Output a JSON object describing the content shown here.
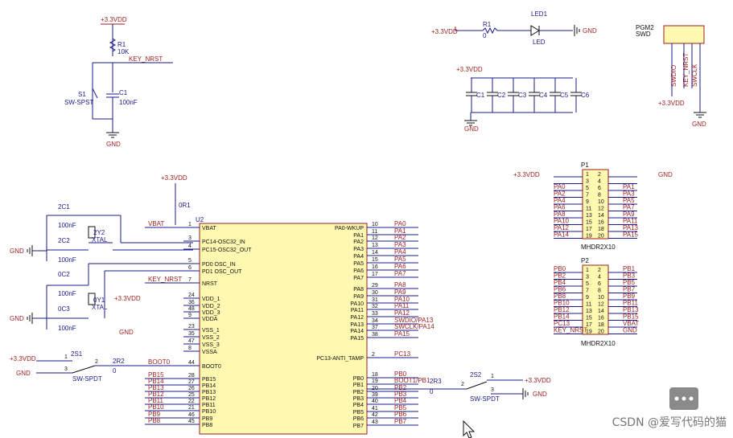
{
  "power": {
    "vdd": "+3.3VDD",
    "gnd": "GND"
  },
  "reset": {
    "r": "R1",
    "rv": "10K",
    "c": "C1",
    "cv": "100nF",
    "s": "S1",
    "sv": "SW-SPST",
    "net": "KEY_NRST"
  },
  "led": {
    "r": "R1",
    "rv": "0",
    "d": "LED1",
    "dv": "LED"
  },
  "swd": {
    "ref": "PGM2",
    "name": "SWD",
    "pins": [
      "SWDIO",
      "KEY_NRST",
      "SWCLK"
    ]
  },
  "caps": [
    "C1",
    "C2",
    "C3",
    "C4",
    "C5",
    "C6"
  ],
  "osc32": {
    "c1": "2C1",
    "c2": "2C2",
    "cv": "100nF",
    "y": "2Y2",
    "yv": "XTAL"
  },
  "osc": {
    "c1": "0C2",
    "c2": "0C3",
    "cv": "100nF",
    "y": "0Y1",
    "yv": "XTAL"
  },
  "mcu": {
    "ref": "U2",
    "rr": "0R1",
    "rr_top": "0R1",
    "left": [
      {
        "num": "1",
        "name": "VBAT",
        "net": "VBAT"
      },
      {
        "num": "3",
        "name": "PC14-OSC32_IN",
        "net": ""
      },
      {
        "num": "4",
        "name": "PC15-OSC32_OUT",
        "net": ""
      },
      {
        "num": "5",
        "name": "PD0 OSC_IN",
        "net": ""
      },
      {
        "num": "6",
        "name": "PD1 OSC_OUT",
        "net": ""
      },
      {
        "num": "7",
        "name": "NRST",
        "net": "KEY_NRST"
      },
      {
        "num": "24",
        "name": "VDD_1",
        "net": ""
      },
      {
        "num": "36",
        "name": "VDD_2",
        "net": ""
      },
      {
        "num": "48",
        "name": "VDD_3",
        "net": ""
      },
      {
        "num": "9",
        "name": "VDDA",
        "net": ""
      },
      {
        "num": "23",
        "name": "VSS_1",
        "net": ""
      },
      {
        "num": "35",
        "name": "VSS_2",
        "net": ""
      },
      {
        "num": "47",
        "name": "VSS_3",
        "net": ""
      },
      {
        "num": "8",
        "name": "VSSA",
        "net": ""
      },
      {
        "num": "44",
        "name": "BOOT0",
        "net": "BOOT0"
      },
      {
        "num": "28",
        "name": "PB15",
        "net": "PB15"
      },
      {
        "num": "27",
        "name": "PB14",
        "net": "PB14"
      },
      {
        "num": "26",
        "name": "PB13",
        "net": "PB13"
      },
      {
        "num": "25",
        "name": "PB12",
        "net": "PB12"
      },
      {
        "num": "22",
        "name": "PB11",
        "net": "PB11"
      },
      {
        "num": "21",
        "name": "PB10",
        "net": "PB10"
      },
      {
        "num": "46",
        "name": "PB9",
        "net": "PB9"
      },
      {
        "num": "45",
        "name": "PB8",
        "net": "PB8"
      }
    ],
    "right": [
      {
        "num": "10",
        "name": "PA0-WKUP",
        "net": "PA0"
      },
      {
        "num": "11",
        "name": "PA1",
        "net": "PA1"
      },
      {
        "num": "12",
        "name": "PA2",
        "net": "PA2"
      },
      {
        "num": "13",
        "name": "PA3",
        "net": "PA3"
      },
      {
        "num": "14",
        "name": "PA4",
        "net": "PA4"
      },
      {
        "num": "15",
        "name": "PA5",
        "net": "PA5"
      },
      {
        "num": "16",
        "name": "PA6",
        "net": "PA6"
      },
      {
        "num": "17",
        "name": "PA7",
        "net": "PA7"
      },
      {
        "num": "29",
        "name": "PA8",
        "net": "PA8"
      },
      {
        "num": "30",
        "name": "PA9",
        "net": "PA9"
      },
      {
        "num": "31",
        "name": "PA10",
        "net": "PA10"
      },
      {
        "num": "32",
        "name": "PA11",
        "net": "PA11"
      },
      {
        "num": "33",
        "name": "PA12",
        "net": "PA12"
      },
      {
        "num": "34",
        "name": "PA13",
        "net": "SWDIO/PA13"
      },
      {
        "num": "37",
        "name": "PA14",
        "net": "SWCLK/PA14"
      },
      {
        "num": "38",
        "name": "PA15",
        "net": "PA15"
      },
      {
        "num": "2",
        "name": "PC13-ANTI_TAMP",
        "net": "PC13"
      },
      {
        "num": "18",
        "name": "PB0",
        "net": "PB0"
      },
      {
        "num": "19",
        "name": "PB1",
        "net": "BOOT1/PB1"
      },
      {
        "num": "20",
        "name": "PB2",
        "net": "PB2"
      },
      {
        "num": "39",
        "name": "PB3",
        "net": "PB3"
      },
      {
        "num": "40",
        "name": "PB4",
        "net": "PB4"
      },
      {
        "num": "41",
        "name": "PB5",
        "net": "PB5"
      },
      {
        "num": "42",
        "name": "PB6",
        "net": "PB6"
      },
      {
        "num": "43",
        "name": "PB7",
        "net": "PB7"
      }
    ]
  },
  "sw1": {
    "ref": "2S1",
    "name": "SW-SPDT",
    "r": "2R2",
    "rv": "0",
    "p1": "1",
    "p2": "2",
    "p3": "3"
  },
  "sw2": {
    "ref": "2S2",
    "name": "SW-SPDT",
    "r": "2R3",
    "rv": "0",
    "p1": "1",
    "p2": "2",
    "p3": "3"
  },
  "p1": {
    "ref": "P1",
    "name": "MHDR2X10",
    "left": [
      "PA0",
      "PA2",
      "PA4",
      "PA6",
      "PA8",
      "PA10",
      "PA12",
      "PA14"
    ],
    "right": [
      "PA1",
      "PA3",
      "PA5",
      "PA7",
      "PA9",
      "PA11",
      "PA13",
      "PA15"
    ]
  },
  "p2": {
    "ref": "P2",
    "name": "MHDR2X10",
    "left": [
      "PB0",
      "PB2",
      "PB4",
      "PB6",
      "PB8",
      "PB10",
      "PB12",
      "PB14",
      "PC13",
      "KEY_NRST"
    ],
    "right": [
      "PB1",
      "PB3",
      "PB5",
      "PB7",
      "PB9",
      "PB11",
      "PB13",
      "PB15",
      "VBAT",
      "GND"
    ]
  },
  "watermark": "CSDN @爱写代码的猫"
}
